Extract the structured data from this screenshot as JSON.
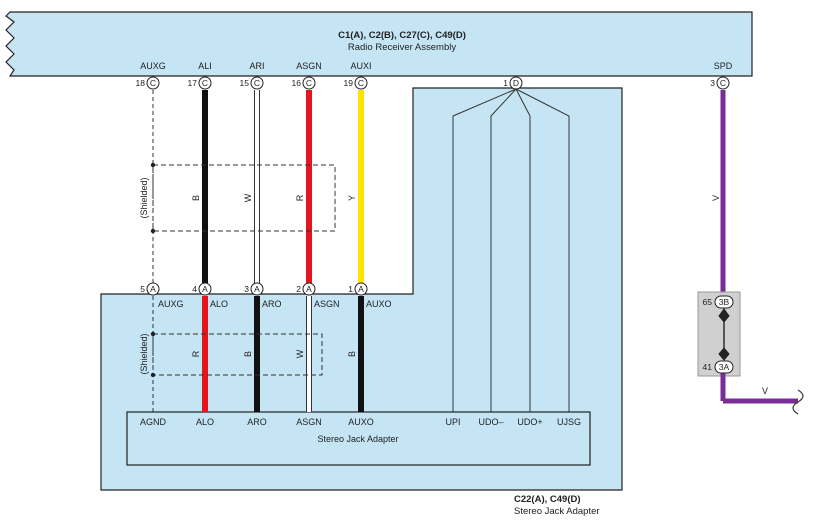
{
  "colors": {
    "component_fill": "#c5e5f5",
    "black_wire": "#111111",
    "red_wire": "#e3151f",
    "yellow_wire": "#ffe300",
    "white_wire": "#ffffff",
    "violet_wire": "#7a2d96",
    "connector_fill": "#d0d0d0"
  },
  "radio": {
    "codes": "C1(A), C2(B), C27(C), C49(D)",
    "name": "Radio Receiver Assembly",
    "terminals": [
      {
        "pin": "18",
        "conn": "C",
        "label": "AUXG"
      },
      {
        "pin": "17",
        "conn": "C",
        "label": "ALI"
      },
      {
        "pin": "15",
        "conn": "C",
        "label": "ARI"
      },
      {
        "pin": "16",
        "conn": "C",
        "label": "ASGN"
      },
      {
        "pin": "19",
        "conn": "C",
        "label": "AUXI"
      },
      {
        "pin": "1",
        "conn": "D",
        "label": ""
      },
      {
        "pin": "3",
        "conn": "C",
        "label": "SPD"
      }
    ]
  },
  "upper_wires": {
    "colors": [
      "B",
      "W",
      "R",
      "Y",
      "V"
    ],
    "shielded": "(Shielded)"
  },
  "jack": {
    "codes": "C22(A), C49(D)",
    "name": "Stereo Jack Adapter",
    "inner_name": "Stereo Jack Adapter",
    "terminals": [
      {
        "pin": "5",
        "conn": "A",
        "label": "AUXG"
      },
      {
        "pin": "4",
        "conn": "A",
        "label": "ALO"
      },
      {
        "pin": "3",
        "conn": "A",
        "label": "ARO"
      },
      {
        "pin": "2",
        "conn": "A",
        "label": "ASGN"
      },
      {
        "pin": "1",
        "conn": "A",
        "label": "AUXO"
      }
    ],
    "inner_labels": [
      "AGND",
      "ALO",
      "ARO",
      "ASGN",
      "AUXO",
      "UPI",
      "UDO–",
      "UDO+",
      "UJSG"
    ]
  },
  "lower_wires": {
    "colors": [
      "R",
      "B",
      "W",
      "B"
    ],
    "shielded": "(Shielded)"
  },
  "junction": {
    "top_pin": "65",
    "top_conn": "3B",
    "bottom_pin": "41",
    "bottom_conn": "3A",
    "out_wire": "V"
  }
}
